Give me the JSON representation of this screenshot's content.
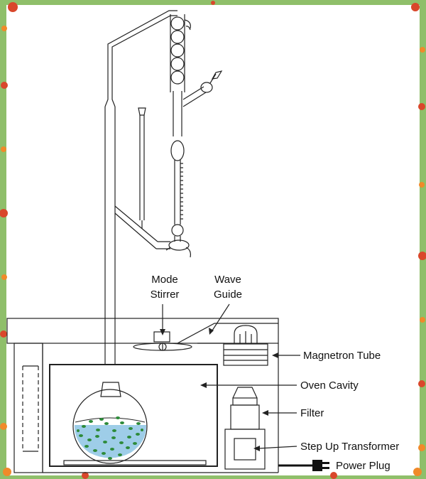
{
  "labels": {
    "mode_stirrer_line1": "Mode",
    "mode_stirrer_line2": "Stirrer",
    "wave_guide_line1": "Wave",
    "wave_guide_line2": "Guide",
    "magnetron_tube": "Magnetron Tube",
    "oven_cavity": "Oven Cavity",
    "filter": "Filter",
    "step_up_transformer": "Step Up Transformer",
    "power_plug": "Power Plug"
  },
  "colors": {
    "border_green": "#8fbf6a",
    "flower_red": "#d9472b",
    "flower_orange": "#f08a2a",
    "liquid_blue": "#9ecde8",
    "particle_green": "#2e8b3a",
    "outline": "#222222"
  }
}
